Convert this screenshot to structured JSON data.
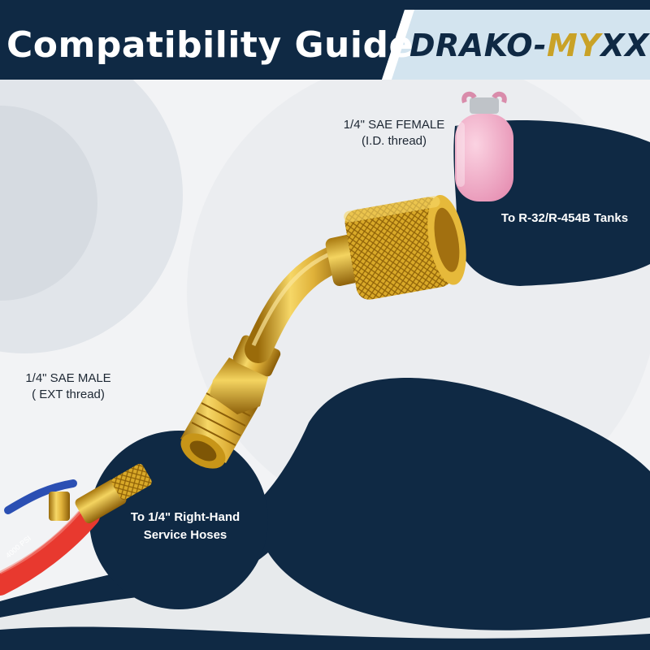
{
  "header": {
    "title": "Compatibility Guide",
    "brand_part1": "DRAKO-",
    "brand_part2": "MY",
    "brand_part3": "XX"
  },
  "labels": {
    "female_line1": "1/4\" SAE FEMALE",
    "female_line2": "(I.D. thread)",
    "male_line1": "1/4\" SAE MALE",
    "male_line2": "( EXT thread)",
    "tanks": "To R-32/R-454B Tanks",
    "hoses_line1": "To 1/4\" Right-Hand",
    "hoses_line2": "Service Hoses",
    "hose_print": "4000 PSI"
  },
  "colors": {
    "navy": "#0f2944",
    "brass": "#d4a82a",
    "tank_pink": "#f1a9c4",
    "hose_red": "#e8392f"
  }
}
